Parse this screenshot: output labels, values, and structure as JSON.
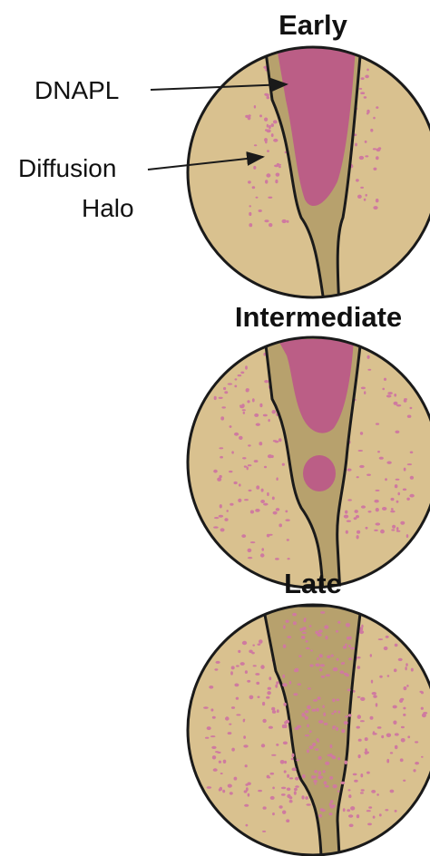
{
  "panels": [
    {
      "title": "Early"
    },
    {
      "title": "Intermediate"
    },
    {
      "title": "Late"
    }
  ],
  "callouts": {
    "dnapl": "DNAPL",
    "halo_line1": "Diffusion",
    "halo_line2": "Halo"
  },
  "colors": {
    "matrix": "#d9c18f",
    "fracture": "#b7a16d",
    "dnapl": "#bb5e86",
    "halo_dots": "#cf7aa0",
    "outline": "#1a1a1a"
  }
}
